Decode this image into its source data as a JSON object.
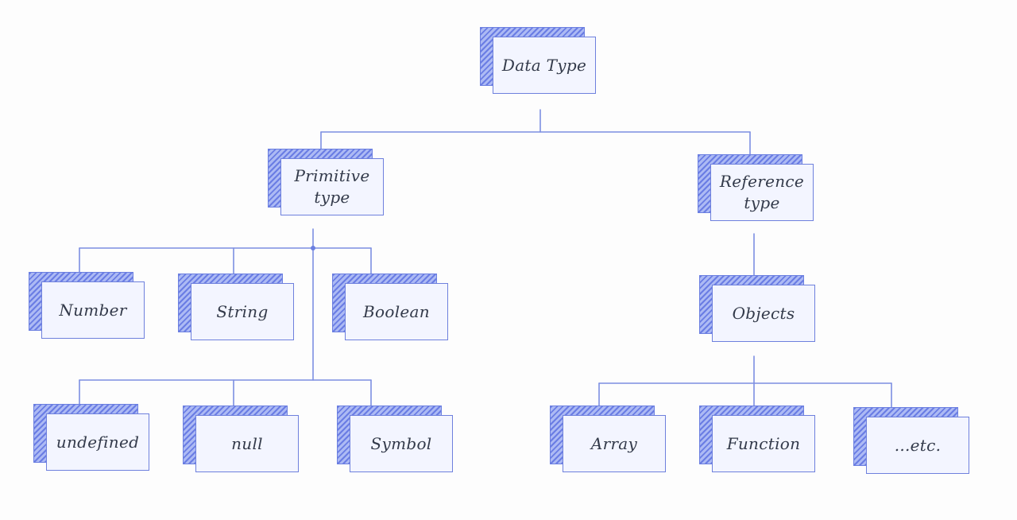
{
  "diagram": {
    "colors": {
      "line": "#7d8fe2",
      "box_border": "#6e80dd",
      "box_fill": "#f3f5ff",
      "shadow_fill": "#a9b6f2",
      "text": "#333a4a",
      "background": "#fdfdfd"
    },
    "nodes": {
      "data_type": "Data Type",
      "primitive_type": "Primitive\ntype",
      "reference_type": "Reference\ntype",
      "number": "Number",
      "string": "String",
      "boolean": "Boolean",
      "undefined": "undefined",
      "null": "null",
      "symbol": "Symbol",
      "objects": "Objects",
      "array": "Array",
      "function": "Function",
      "etc": "...etc."
    },
    "edges": [
      {
        "from": "data_type",
        "to": "primitive_type"
      },
      {
        "from": "data_type",
        "to": "reference_type"
      },
      {
        "from": "primitive_type",
        "to": "number"
      },
      {
        "from": "primitive_type",
        "to": "string"
      },
      {
        "from": "primitive_type",
        "to": "boolean"
      },
      {
        "from": "primitive_type",
        "to": "undefined"
      },
      {
        "from": "primitive_type",
        "to": "null"
      },
      {
        "from": "primitive_type",
        "to": "symbol"
      },
      {
        "from": "reference_type",
        "to": "objects"
      },
      {
        "from": "objects",
        "to": "array"
      },
      {
        "from": "objects",
        "to": "function"
      },
      {
        "from": "objects",
        "to": "etc"
      }
    ]
  }
}
